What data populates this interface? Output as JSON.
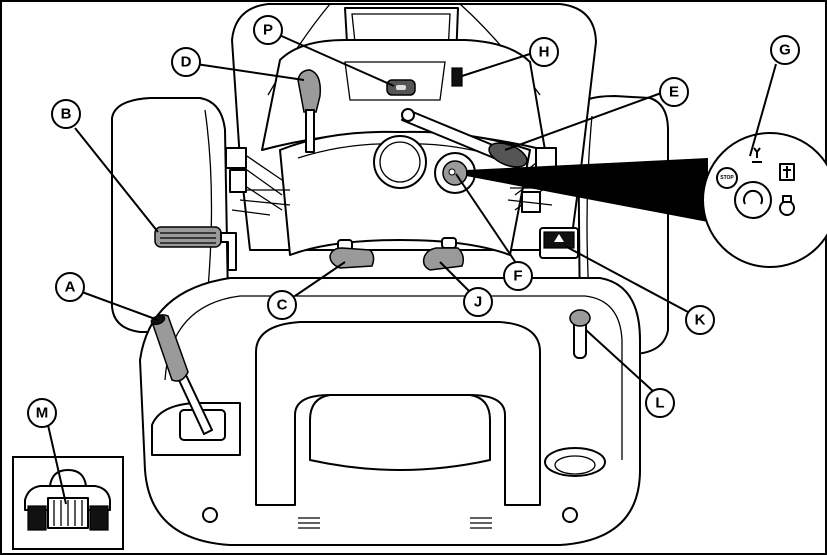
{
  "callouts": {
    "A": "A",
    "B": "B",
    "C": "C",
    "D": "D",
    "E": "E",
    "F": "F",
    "G": "G",
    "H": "H",
    "J": "J",
    "K": "K",
    "L": "L",
    "M": "M",
    "P": "P"
  },
  "ignition": {
    "stop_label": "STOP"
  },
  "colors": {
    "line": "#000000",
    "background": "#ffffff",
    "shade": "#9a9a9a",
    "dark": "#555555"
  }
}
